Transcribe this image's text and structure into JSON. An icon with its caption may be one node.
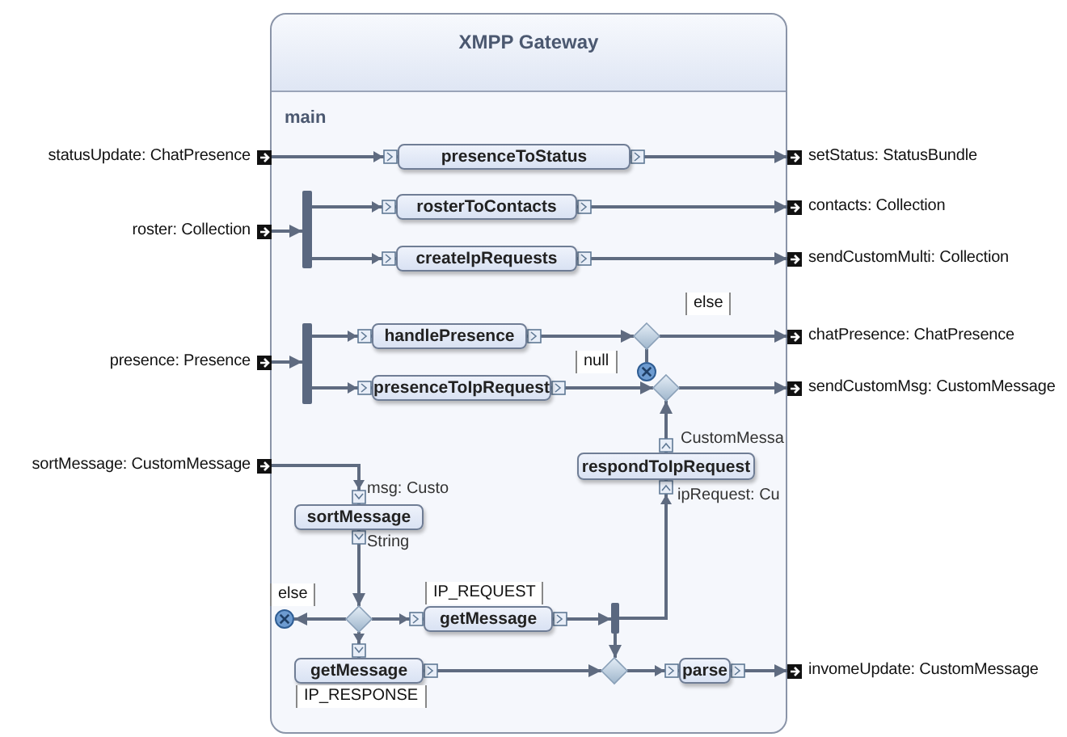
{
  "diagram": {
    "nodes": [
      {
        "text": [
          "XMPP Gateway",
          "main"
        ]
      },
      {
        "text": [
          "statusUpdate: ChatPresence"
        ]
      },
      {
        "text": [
          "roster: Collection"
        ]
      },
      {
        "text": [
          "presence: Presence"
        ]
      },
      {
        "text": [
          "sortMessage: CustomMessage"
        ]
      },
      {
        "text": [
          "setStatus: StatusBundle"
        ]
      },
      {
        "text": [
          "contacts: Collection"
        ]
      },
      {
        "text": [
          "sendCustomMulti: Collection"
        ]
      },
      {
        "text": [
          "chatPresence: ChatPresence"
        ]
      },
      {
        "text": [
          "sendCustomMsg: CustomMessage"
        ]
      },
      {
        "text": [
          "invomeUpdate: CustomMessage"
        ]
      },
      {
        "text": [
          "presenceToStatus"
        ],
        "in": 0
      },
      {
        "text": [],
        "shape": "bar",
        "in": 0
      },
      {
        "text": [
          "rosterToContacts"
        ],
        "in": 0
      },
      {
        "text": [
          "createIpRequests"
        ],
        "in": 0
      },
      {
        "text": [],
        "shape": "bar",
        "in": 0
      },
      {
        "text": [
          "handlePresence"
        ],
        "in": 0
      },
      {
        "text": [
          "presenceToIpRequest"
        ],
        "in": 0
      },
      {
        "text": [],
        "shape": "diamond",
        "in": 0
      },
      {
        "text": [],
        "shape": "diamond",
        "in": 0
      },
      {
        "text": [],
        "shape": "circle",
        "in": 0
      },
      {
        "text": [
          "respondToIpRequest"
        ],
        "in": 0
      },
      {
        "text": [
          "sortMessage"
        ],
        "in": 0
      },
      {
        "text": [],
        "shape": "diamond",
        "in": 0
      },
      {
        "text": [],
        "shape": "circle",
        "in": 0
      },
      {
        "text": [
          "getMessage"
        ],
        "in": 0
      },
      {
        "text": [
          "getMessage"
        ],
        "in": 0
      },
      {
        "text": [],
        "shape": "bar",
        "in": 0
      },
      {
        "text": [],
        "shape": "diamond",
        "in": 0
      },
      {
        "text": [
          "parse"
        ],
        "in": 0
      }
    ],
    "edges": [
      {
        "from": 1,
        "to": 11,
        "arrow": "to"
      },
      {
        "from": 11,
        "to": 5,
        "arrow": "to"
      },
      {
        "from": 2,
        "to": 12,
        "arrow": "to"
      },
      {
        "from": 12,
        "to": 13,
        "arrow": "to"
      },
      {
        "from": 12,
        "to": 14,
        "arrow": "to"
      },
      {
        "from": 13,
        "to": 6,
        "arrow": "to"
      },
      {
        "from": 14,
        "to": 7,
        "arrow": "to"
      },
      {
        "from": 3,
        "to": 15,
        "arrow": "to"
      },
      {
        "from": 15,
        "to": 16,
        "arrow": "to"
      },
      {
        "from": 15,
        "to": 17,
        "arrow": "to"
      },
      {
        "from": 16,
        "to": 18,
        "arrow": "to"
      },
      {
        "from": 18,
        "to": 8,
        "arrow": "to",
        "label": "else"
      },
      {
        "from": 18,
        "to": 20,
        "arrow": "none",
        "label": "null"
      },
      {
        "from": 17,
        "to": 19,
        "arrow": "to"
      },
      {
        "from": 19,
        "to": 9,
        "arrow": "to"
      },
      {
        "from": 21,
        "to": 19,
        "arrow": "to"
      },
      {
        "from": 4,
        "to": 22,
        "arrow": "to"
      },
      {
        "from": 22,
        "to": 23,
        "arrow": "to"
      },
      {
        "from": 23,
        "to": 24,
        "arrow": "to",
        "label": "else"
      },
      {
        "from": 23,
        "to": 25,
        "arrow": "to",
        "label": "IP_REQUEST"
      },
      {
        "from": 23,
        "to": 26,
        "arrow": "to",
        "label": "IP_RESPONSE"
      },
      {
        "from": 25,
        "to": 27,
        "arrow": "to"
      },
      {
        "from": 27,
        "to": 21,
        "arrow": "to"
      },
      {
        "from": 27,
        "to": 28,
        "arrow": "to"
      },
      {
        "from": 26,
        "to": 28,
        "arrow": "to"
      },
      {
        "from": 28,
        "to": 29,
        "arrow": "to"
      },
      {
        "from": 29,
        "to": 10,
        "arrow": "to"
      }
    ],
    "labels": [
      "CustomMessa",
      "ipRequest: Cu",
      "msg: Custo",
      "String"
    ]
  }
}
